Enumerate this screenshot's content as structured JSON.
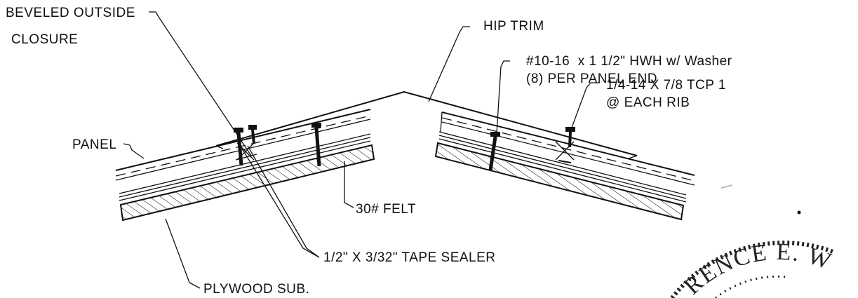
{
  "labels": {
    "beveled_outside_closure_line1": "BEVELED OUTSIDE",
    "beveled_outside_closure_line2": "CLOSURE",
    "hip_trim": "HIP TRIM",
    "fastener_hwh_line1": "#10-16  x 1 1/2\" HWH w/ Washer",
    "fastener_hwh_line2": "(8) PER PANEL END",
    "fastener_tcp_line1": "1/4-14 X 7/8 TCP 1",
    "fastener_tcp_line2": "@ EACH RIB",
    "panel": "PANEL",
    "felt": "30# FELT",
    "tape_sealer": "1/2\" X 3/32\" TAPE SEALER",
    "plywood": "PLYWOOD SUB."
  },
  "seal": {
    "text": "RENCE E. W"
  },
  "colors": {
    "ink": "#111111",
    "paper": "#ffffff"
  }
}
